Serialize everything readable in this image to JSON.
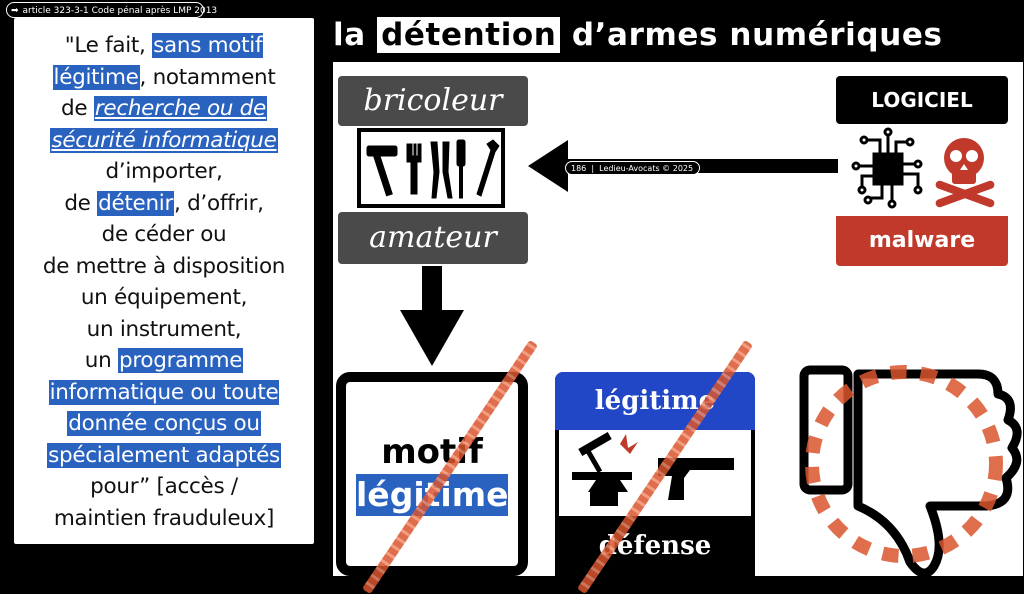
{
  "ref_tag": "article 323-3-1 Code pénal après LMP 2013",
  "quote": {
    "open": "\"Le fait, ",
    "hl1": "sans motif",
    "hl2": "légitime",
    "after_hl2": ", notamment",
    "de1": "de ",
    "hl3": "recherche ou de",
    "hl4": "sécurité informatique",
    "l5": "d’importer,",
    "de2": "de ",
    "hl5": "détenir",
    "after_hl5": ", d’offrir,",
    "l7": "de céder ou",
    "l8": "de mettre à disposition",
    "l9": "un équipement,",
    "l10": "un instrument,",
    "un": "un ",
    "hl6": "programme",
    "hl7": "informatique ou toute",
    "hl8": "donnée conçus ou",
    "hl9": "spécialement adaptés",
    "l15": "pour”  [accès /",
    "l16": "maintien frauduleux]"
  },
  "title": {
    "pre": "la ",
    "boxed": "détention",
    "post": " d’armes numériques"
  },
  "bricoleur": "bricoleur",
  "amateur": "amateur",
  "logiciel": "LOGICIEL",
  "malware": "malware",
  "arrow_badge": {
    "num": "186",
    "credit": "Ledieu-Avocats  ©  2025"
  },
  "motif_box": {
    "line1": "motif",
    "line2": "légitime"
  },
  "legitime_label": "légitime",
  "defense_label": "défense",
  "colors": {
    "highlight": "#2a62c0",
    "malware_red": "#c0392b",
    "blue_label": "#2147c6",
    "stripe": "#d9552e"
  }
}
